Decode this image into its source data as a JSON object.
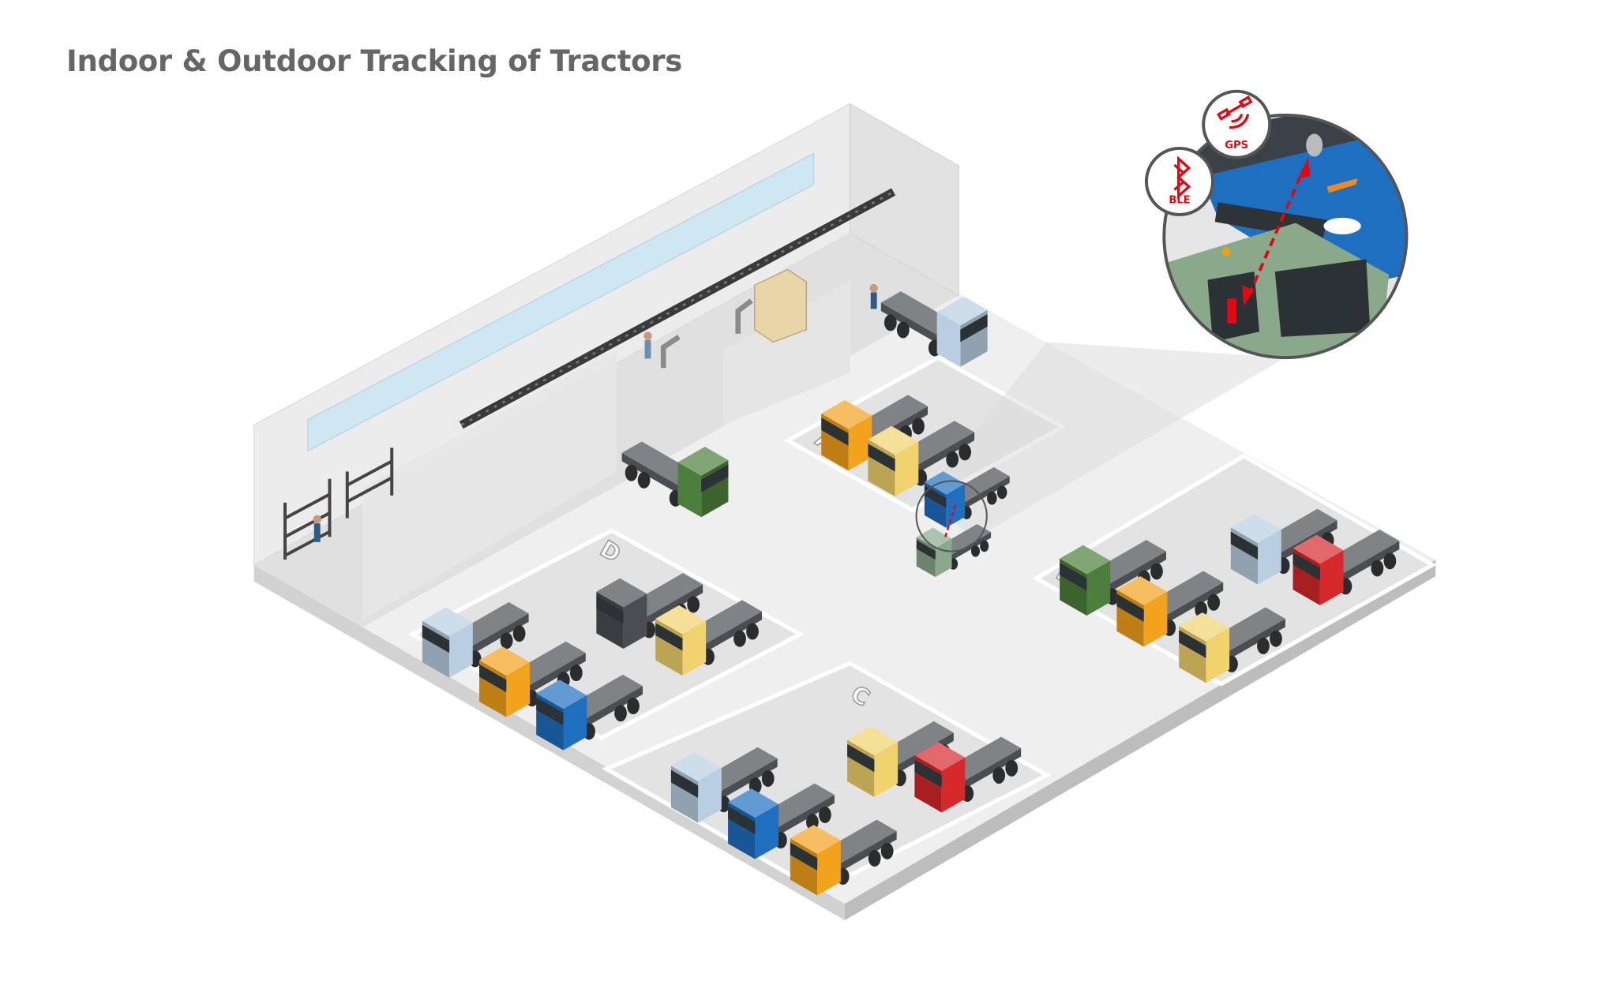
{
  "title": "Indoor & Outdoor Tracking of Tractors",
  "zones": [
    {
      "label": "A"
    },
    {
      "label": "B"
    },
    {
      "label": "C"
    },
    {
      "label": "D"
    }
  ],
  "callout": {
    "gps_badge": {
      "label": "GPS",
      "icon": "satellite-icon"
    },
    "ble_badge": {
      "label": "BLE",
      "icon": "bluetooth-icon"
    },
    "accent_color": "#e30613"
  },
  "palette": {
    "orange": "#f3a21c",
    "yellow": "#f0d36c",
    "lightblue": "#b9cfe1",
    "blue": "#1f6fc1",
    "red": "#d7282b",
    "green": "#4d7f3c",
    "gray": "#4a4e52",
    "sage": "#8aa98a"
  }
}
